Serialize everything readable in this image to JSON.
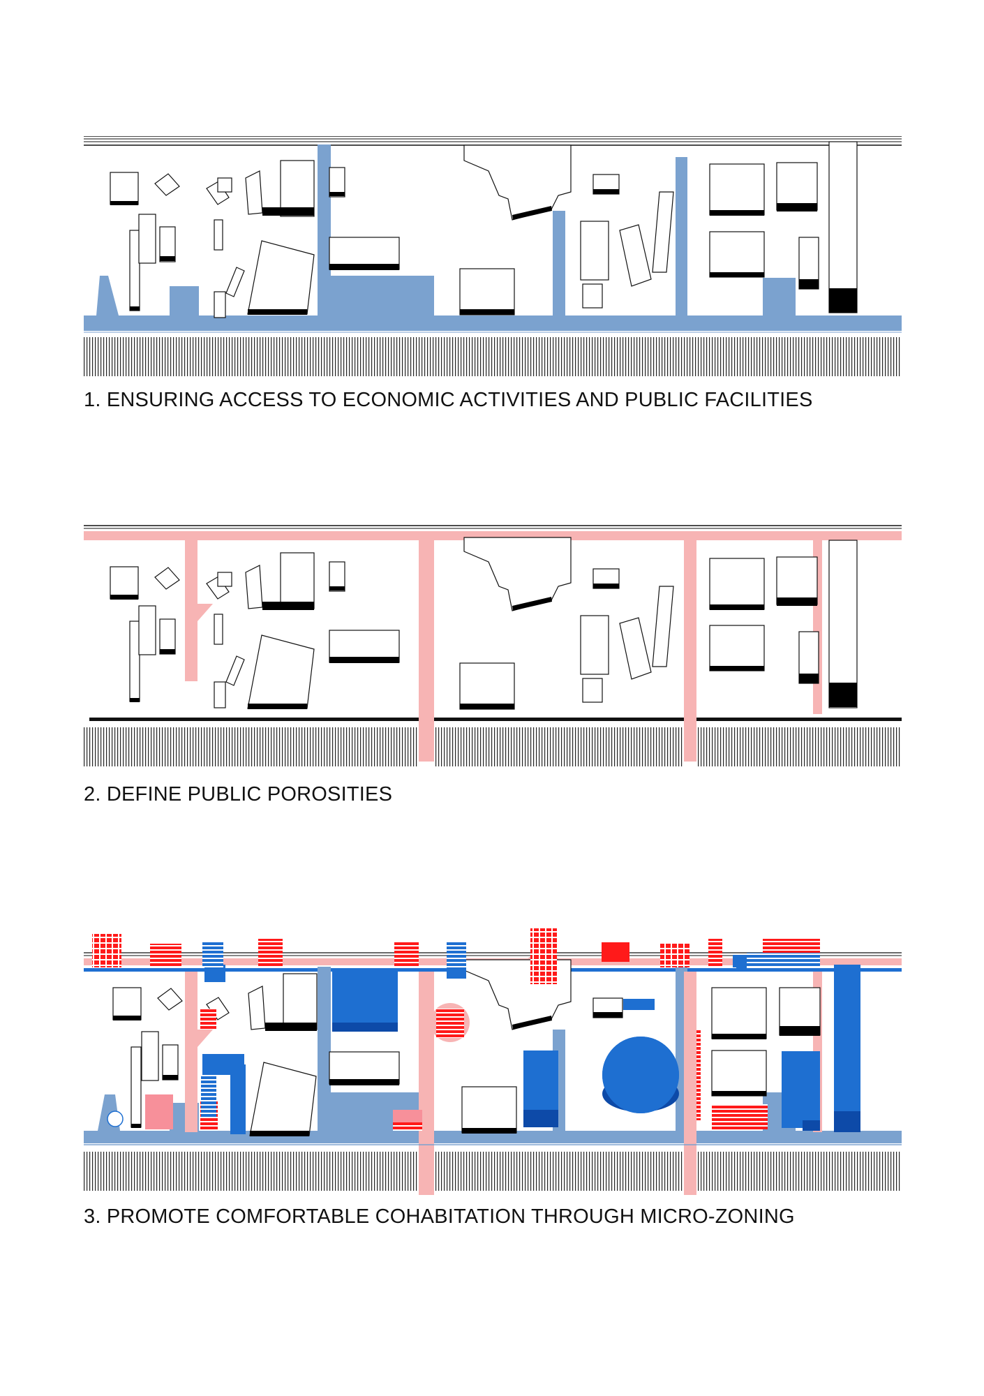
{
  "captions": {
    "panel_1": "1. ENSURING ACCESS TO ECONOMIC ACTIVITIES AND PUBLIC FACILITIES",
    "panel_2": "2. DEFINE PUBLIC POROSITIES",
    "panel_3": "3. PROMOTE COMFORTABLE COHABITATION THROUGH MICRO-ZONING"
  },
  "colors": {
    "access_blue": "#7ba2cf",
    "porosity_pink": "#f7b4b4",
    "zone_blue": "#1e6fd1",
    "zone_dark_blue": "#0d4aa8",
    "zone_red": "#ff1a1a",
    "zone_light_red": "#f7909a",
    "building_outline": "#111111",
    "building_shadow": "#000000"
  },
  "legend_icons": {
    "building": "building-footprint",
    "track": "railway-track-icon",
    "road": "road-strip-icon"
  }
}
